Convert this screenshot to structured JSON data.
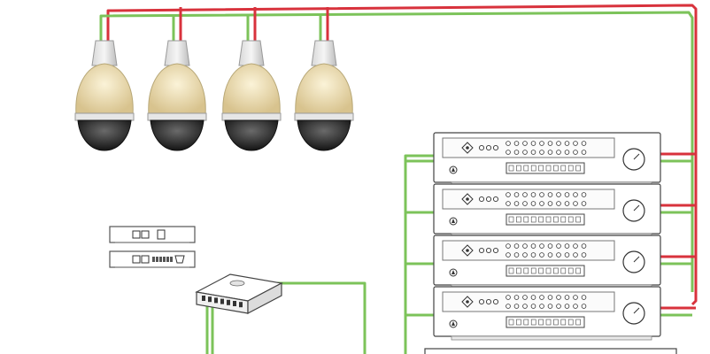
{
  "diagram": {
    "colors": {
      "background": "#ffffff",
      "red_wire": "#d8323c",
      "green_wire": "#7cc35a",
      "device_outline": "#444444",
      "device_fill": "#ffffff",
      "camera_dome": "#ecdcae",
      "camera_base": "#2a2a2a"
    },
    "components": {
      "cameras": [
        "ptz-dome-camera",
        "ptz-dome-camera",
        "ptz-dome-camera",
        "ptz-dome-camera"
      ],
      "controllers": [
        "keyboard-controller",
        "keyboard-controller",
        "keyboard-controller",
        "keyboard-controller"
      ],
      "interface_boxes": [
        "converter-box",
        "converter-box"
      ],
      "junction_box": "code-distributor-box",
      "monitor": "monitor-edge"
    }
  }
}
